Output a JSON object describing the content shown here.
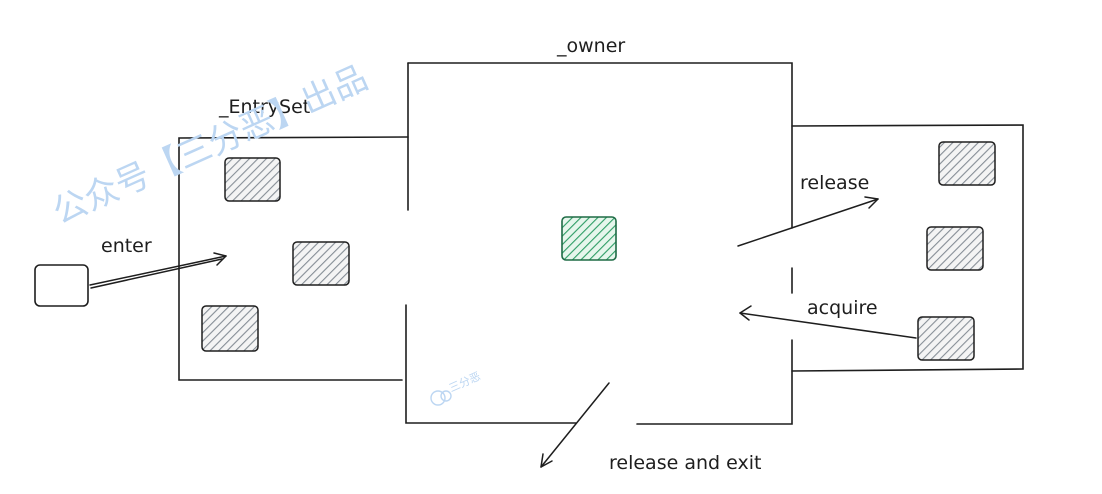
{
  "labels": {
    "owner": "_owner",
    "entry_set": "_EntrySet",
    "enter": "enter",
    "release": "release",
    "acquire": "acquire",
    "release_and_exit": "release and exit"
  },
  "watermark": {
    "account_text": "公众号【三分恶】出品",
    "logo_text": "三分恶"
  },
  "colors": {
    "stroke": "#1e1e1e",
    "gray_fill": "#868e96",
    "green_fill": "#2f9e66",
    "green_stroke": "#1e6b45",
    "watermark": "#bcd6f2"
  }
}
